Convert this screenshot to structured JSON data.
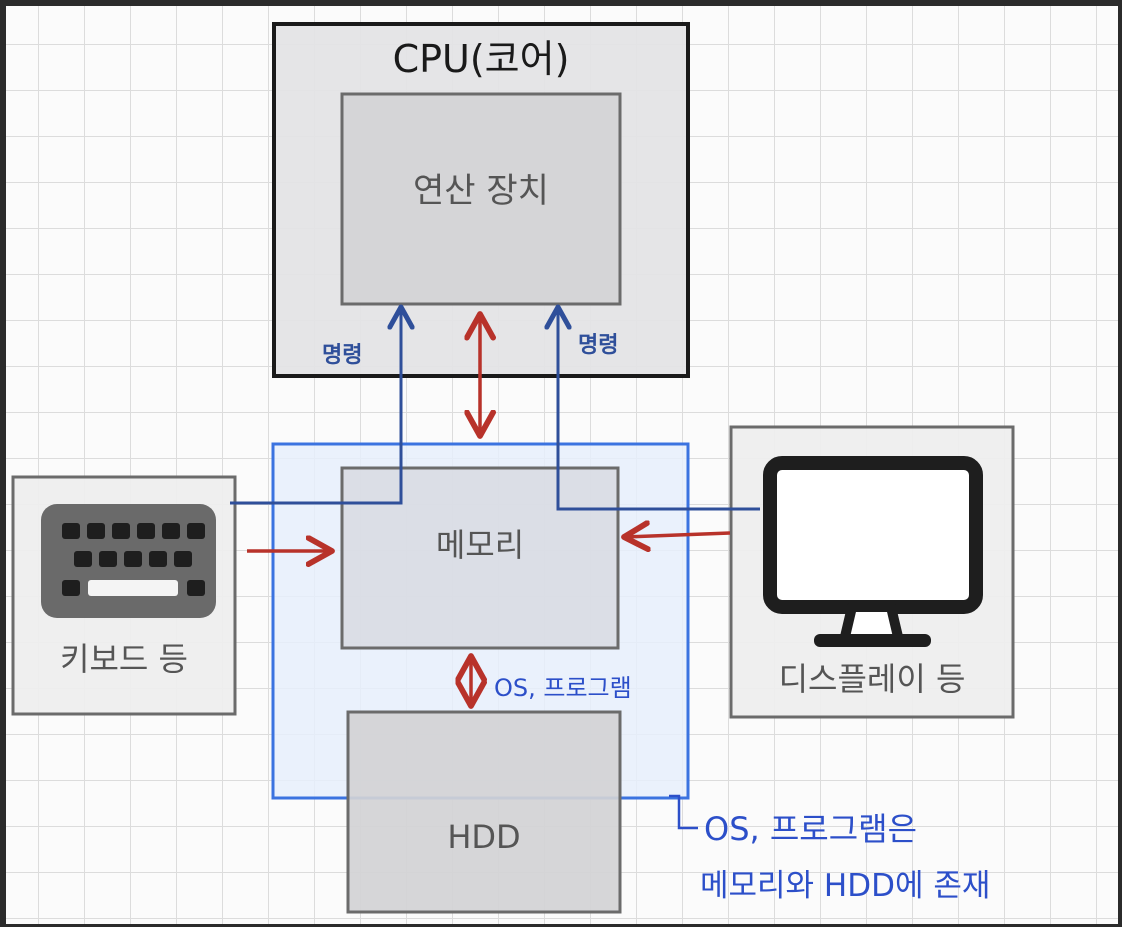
{
  "diagram": {
    "cpu_label": "CPU(코어)",
    "alu_label": "연산 장치",
    "memory_label": "메모리",
    "hdd_label": "HDD",
    "keyboard_label": "키보드 등",
    "display_label": "디스플레이 등",
    "instruction_left": "명령",
    "instruction_right": "명령",
    "os_program_label": "OS, 프로그램",
    "note_line1": "OS, 프로그램은",
    "note_line2": "메모리와 HDD에 존재"
  },
  "colors": {
    "frame": "#1a1a1a",
    "box_fill": "#e3e3e5",
    "inner_fill": "#d3d3d5",
    "highlight": "#3b73e0",
    "highlight_fill": "#e6eefb",
    "arrow_red": "#b8322a",
    "arrow_blue": "#2f4f9a",
    "note_blue": "#2c4fc9"
  },
  "icons": [
    "keyboard-icon",
    "monitor-icon"
  ]
}
